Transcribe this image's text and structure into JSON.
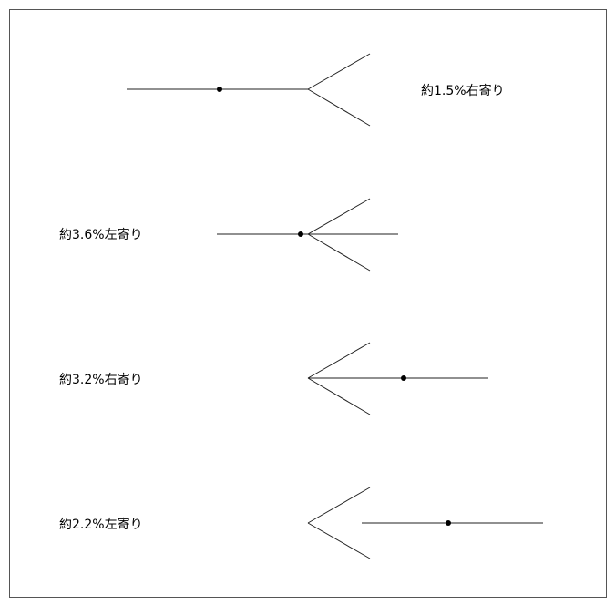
{
  "figures": [
    {
      "label": "約1.5%右寄り"
    },
    {
      "label": "約3.6%左寄り"
    },
    {
      "label": "約3.2%右寄り"
    },
    {
      "label": "約2.2%左寄り"
    }
  ]
}
